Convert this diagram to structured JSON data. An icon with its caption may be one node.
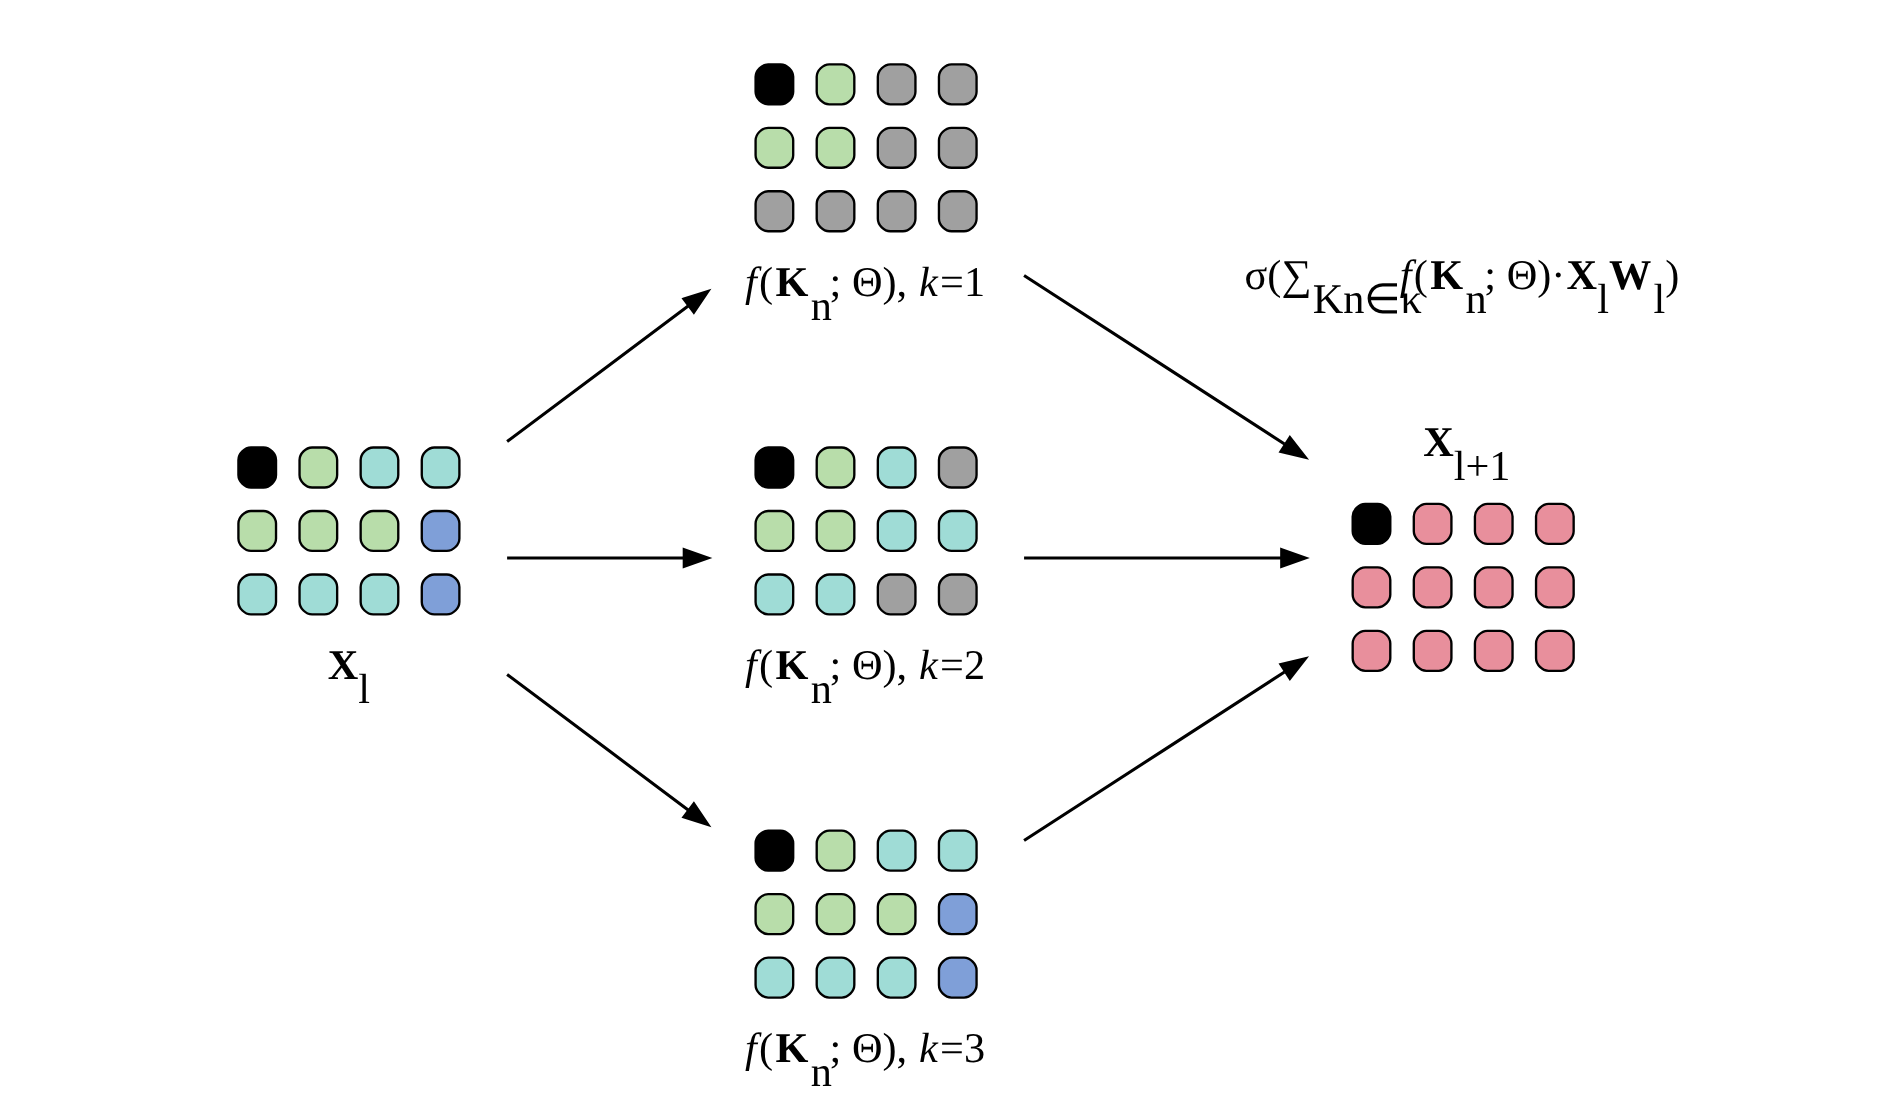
{
  "diagram": {
    "nodes": [
      {
        "text": [],
        "shape": "picture",
        "beside": [
          "**X**$_{l}$"
        ]
      },
      {
        "text": [],
        "shape": "picture",
        "beside": [
          "*f*(**K**$_{n}$; Θ), *k*=1"
        ]
      },
      {
        "text": [],
        "shape": "picture",
        "beside": [
          "*f*(**K**$_{n}$; Θ), *k*=2"
        ]
      },
      {
        "text": [],
        "shape": "picture",
        "beside": [
          "*f*(**K**$_{n}$; Θ), *k*=3"
        ]
      },
      {
        "text": [],
        "shape": "picture",
        "beside": [
          "**X**$_{l+1}$"
        ]
      }
    ],
    "edges": [
      {
        "from": 0,
        "to": 1,
        "arrow": "to"
      },
      {
        "from": 0,
        "to": 2,
        "arrow": "to"
      },
      {
        "from": 0,
        "to": 3,
        "arrow": "to"
      },
      {
        "from": 1,
        "to": 4,
        "arrow": "to"
      },
      {
        "from": 2,
        "to": 4,
        "arrow": "to"
      },
      {
        "from": 3,
        "to": 4,
        "arrow": "to"
      }
    ],
    "labels": [
      "σ(∑$_{Kn∈κ}$*f*(**K**$_{n}$; Θ)·**X**$_{l}$**W**$_{l}$)"
    ]
  }
}
